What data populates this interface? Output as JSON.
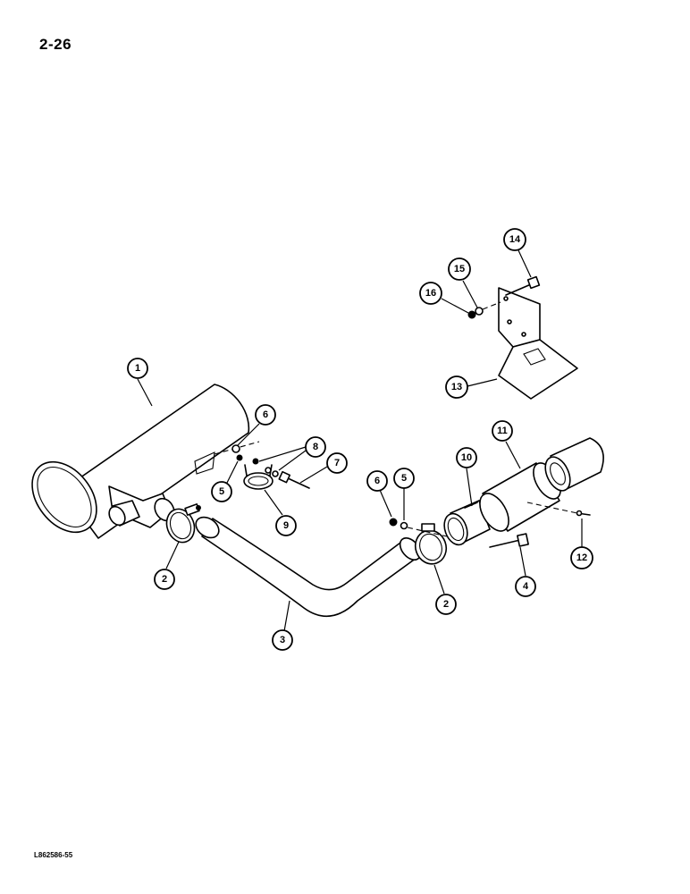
{
  "page": {
    "page_number": "2-26",
    "drawing_code": "L862586-55"
  },
  "callouts": {
    "c1": "1",
    "c2a": "2",
    "c2b": "2",
    "c3": "3",
    "c4": "4",
    "c5a": "5",
    "c5b": "5",
    "c6a": "6",
    "c6b": "6",
    "c7": "7",
    "c8": "8",
    "c9": "9",
    "c10": "10",
    "c11": "11",
    "c12": "12",
    "c13": "13",
    "c14": "14",
    "c15": "15",
    "c16": "16"
  }
}
